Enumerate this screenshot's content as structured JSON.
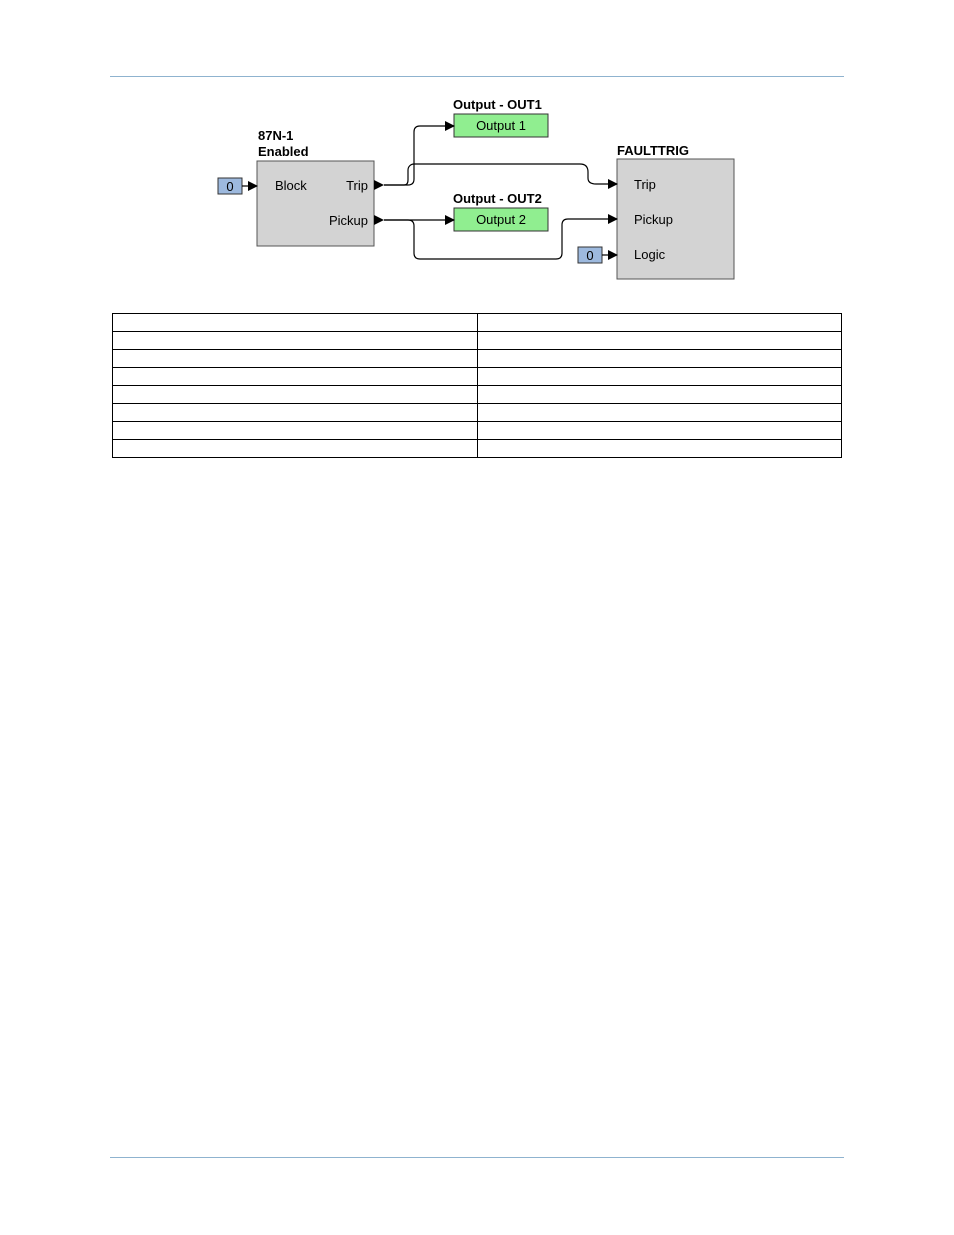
{
  "diagram": {
    "block_87n": {
      "title_line1": "87N-1",
      "title_line2": "Enabled",
      "inputs": [
        "Block"
      ],
      "outputs": [
        "Trip",
        "Pickup"
      ],
      "fill": "#d3d3d3"
    },
    "output_out1": {
      "title": "Output - OUT1",
      "label": "Output 1",
      "fill": "#90ee90"
    },
    "output_out2": {
      "title": "Output - OUT2",
      "label": "Output 2",
      "fill": "#90ee90"
    },
    "faulttrig": {
      "title": "FAULTTRIG",
      "inputs": [
        "Trip",
        "Pickup",
        "Logic"
      ],
      "fill": "#d3d3d3"
    },
    "constants": [
      {
        "id": "const-block",
        "value": "0",
        "fill": "#9db9de"
      },
      {
        "id": "const-logic",
        "value": "0",
        "fill": "#9db9de"
      }
    ]
  },
  "table": {
    "rows": 8,
    "columns": 2
  },
  "colors": {
    "rule": "#8fb3cf"
  }
}
